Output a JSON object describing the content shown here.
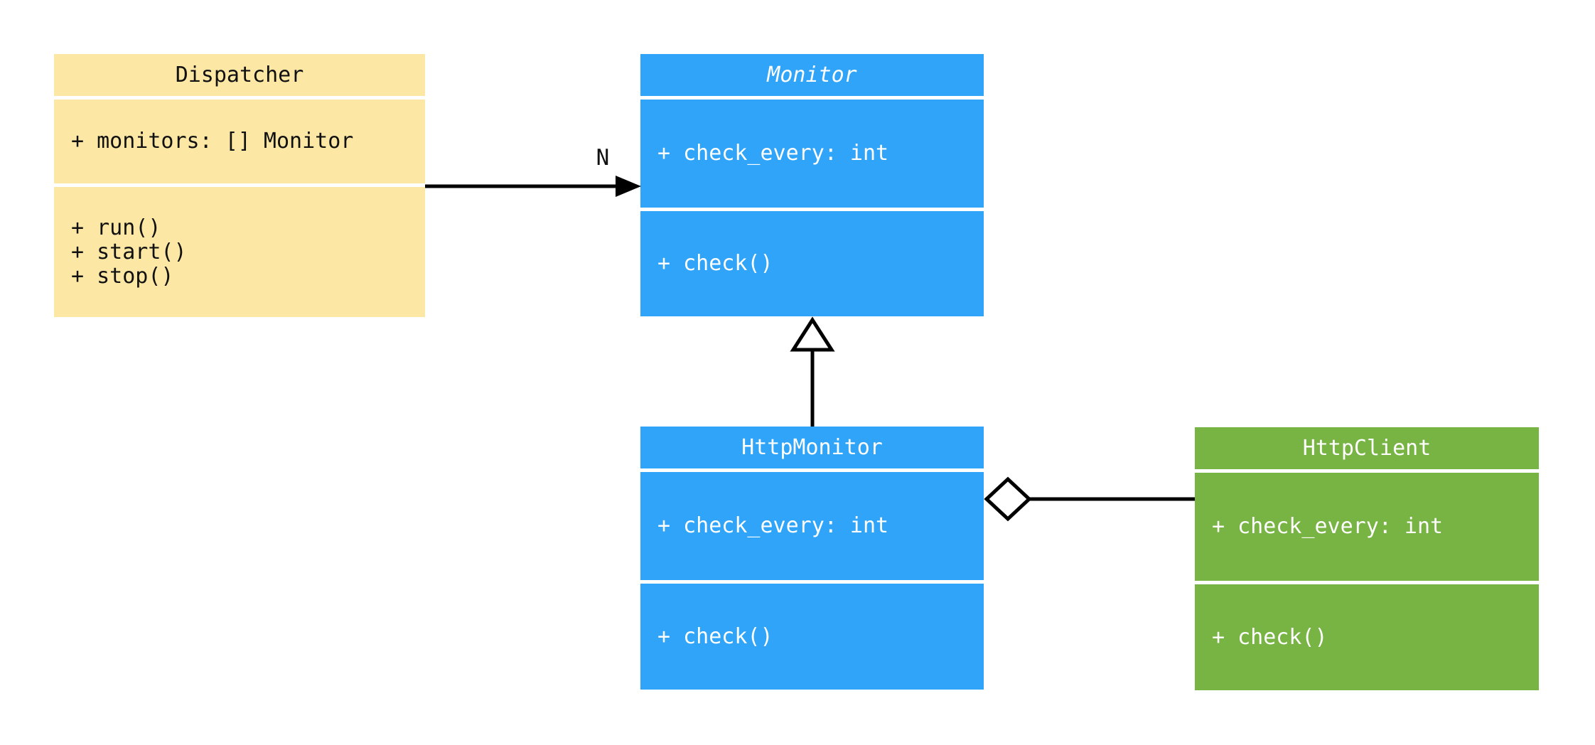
{
  "diagram": {
    "kind": "uml-class-diagram",
    "background": "#ffffff",
    "line_color": "#000000",
    "classes": [
      {
        "id": "dispatcher",
        "name": "Dispatcher",
        "name_italic": false,
        "fill": "#FCE8A4",
        "text_color": "#111111",
        "attributes": [
          "+ monitors: [] Monitor"
        ],
        "methods": [
          "+ run()",
          "+ start()",
          "+ stop()"
        ]
      },
      {
        "id": "monitor",
        "name": "Monitor",
        "name_italic": true,
        "fill": "#2FA4F8",
        "text_color": "#FFFFFF",
        "attributes": [
          "+ check_every: int"
        ],
        "methods": [
          "+ check()"
        ]
      },
      {
        "id": "httpmonitor",
        "name": "HttpMonitor",
        "name_italic": false,
        "fill": "#2FA4F8",
        "text_color": "#FFFFFF",
        "attributes": [
          "+ check_every: int"
        ],
        "methods": [
          "+ check()"
        ]
      },
      {
        "id": "httpclient",
        "name": "HttpClient",
        "name_italic": false,
        "fill": "#77B443",
        "text_color": "#FFFFFF",
        "attributes": [
          "+ check_every: int"
        ],
        "methods": [
          "+ check()"
        ]
      }
    ],
    "relations": [
      {
        "type": "association",
        "from": "Dispatcher",
        "to": "Monitor",
        "label": "N",
        "arrow": "filled"
      },
      {
        "type": "inheritance",
        "from": "HttpMonitor",
        "to": "Monitor",
        "label": "",
        "arrow": "hollow-triangle"
      },
      {
        "type": "aggregation",
        "from": "HttpMonitor",
        "to": "HttpClient",
        "label": "",
        "arrow": "hollow-diamond"
      }
    ]
  }
}
